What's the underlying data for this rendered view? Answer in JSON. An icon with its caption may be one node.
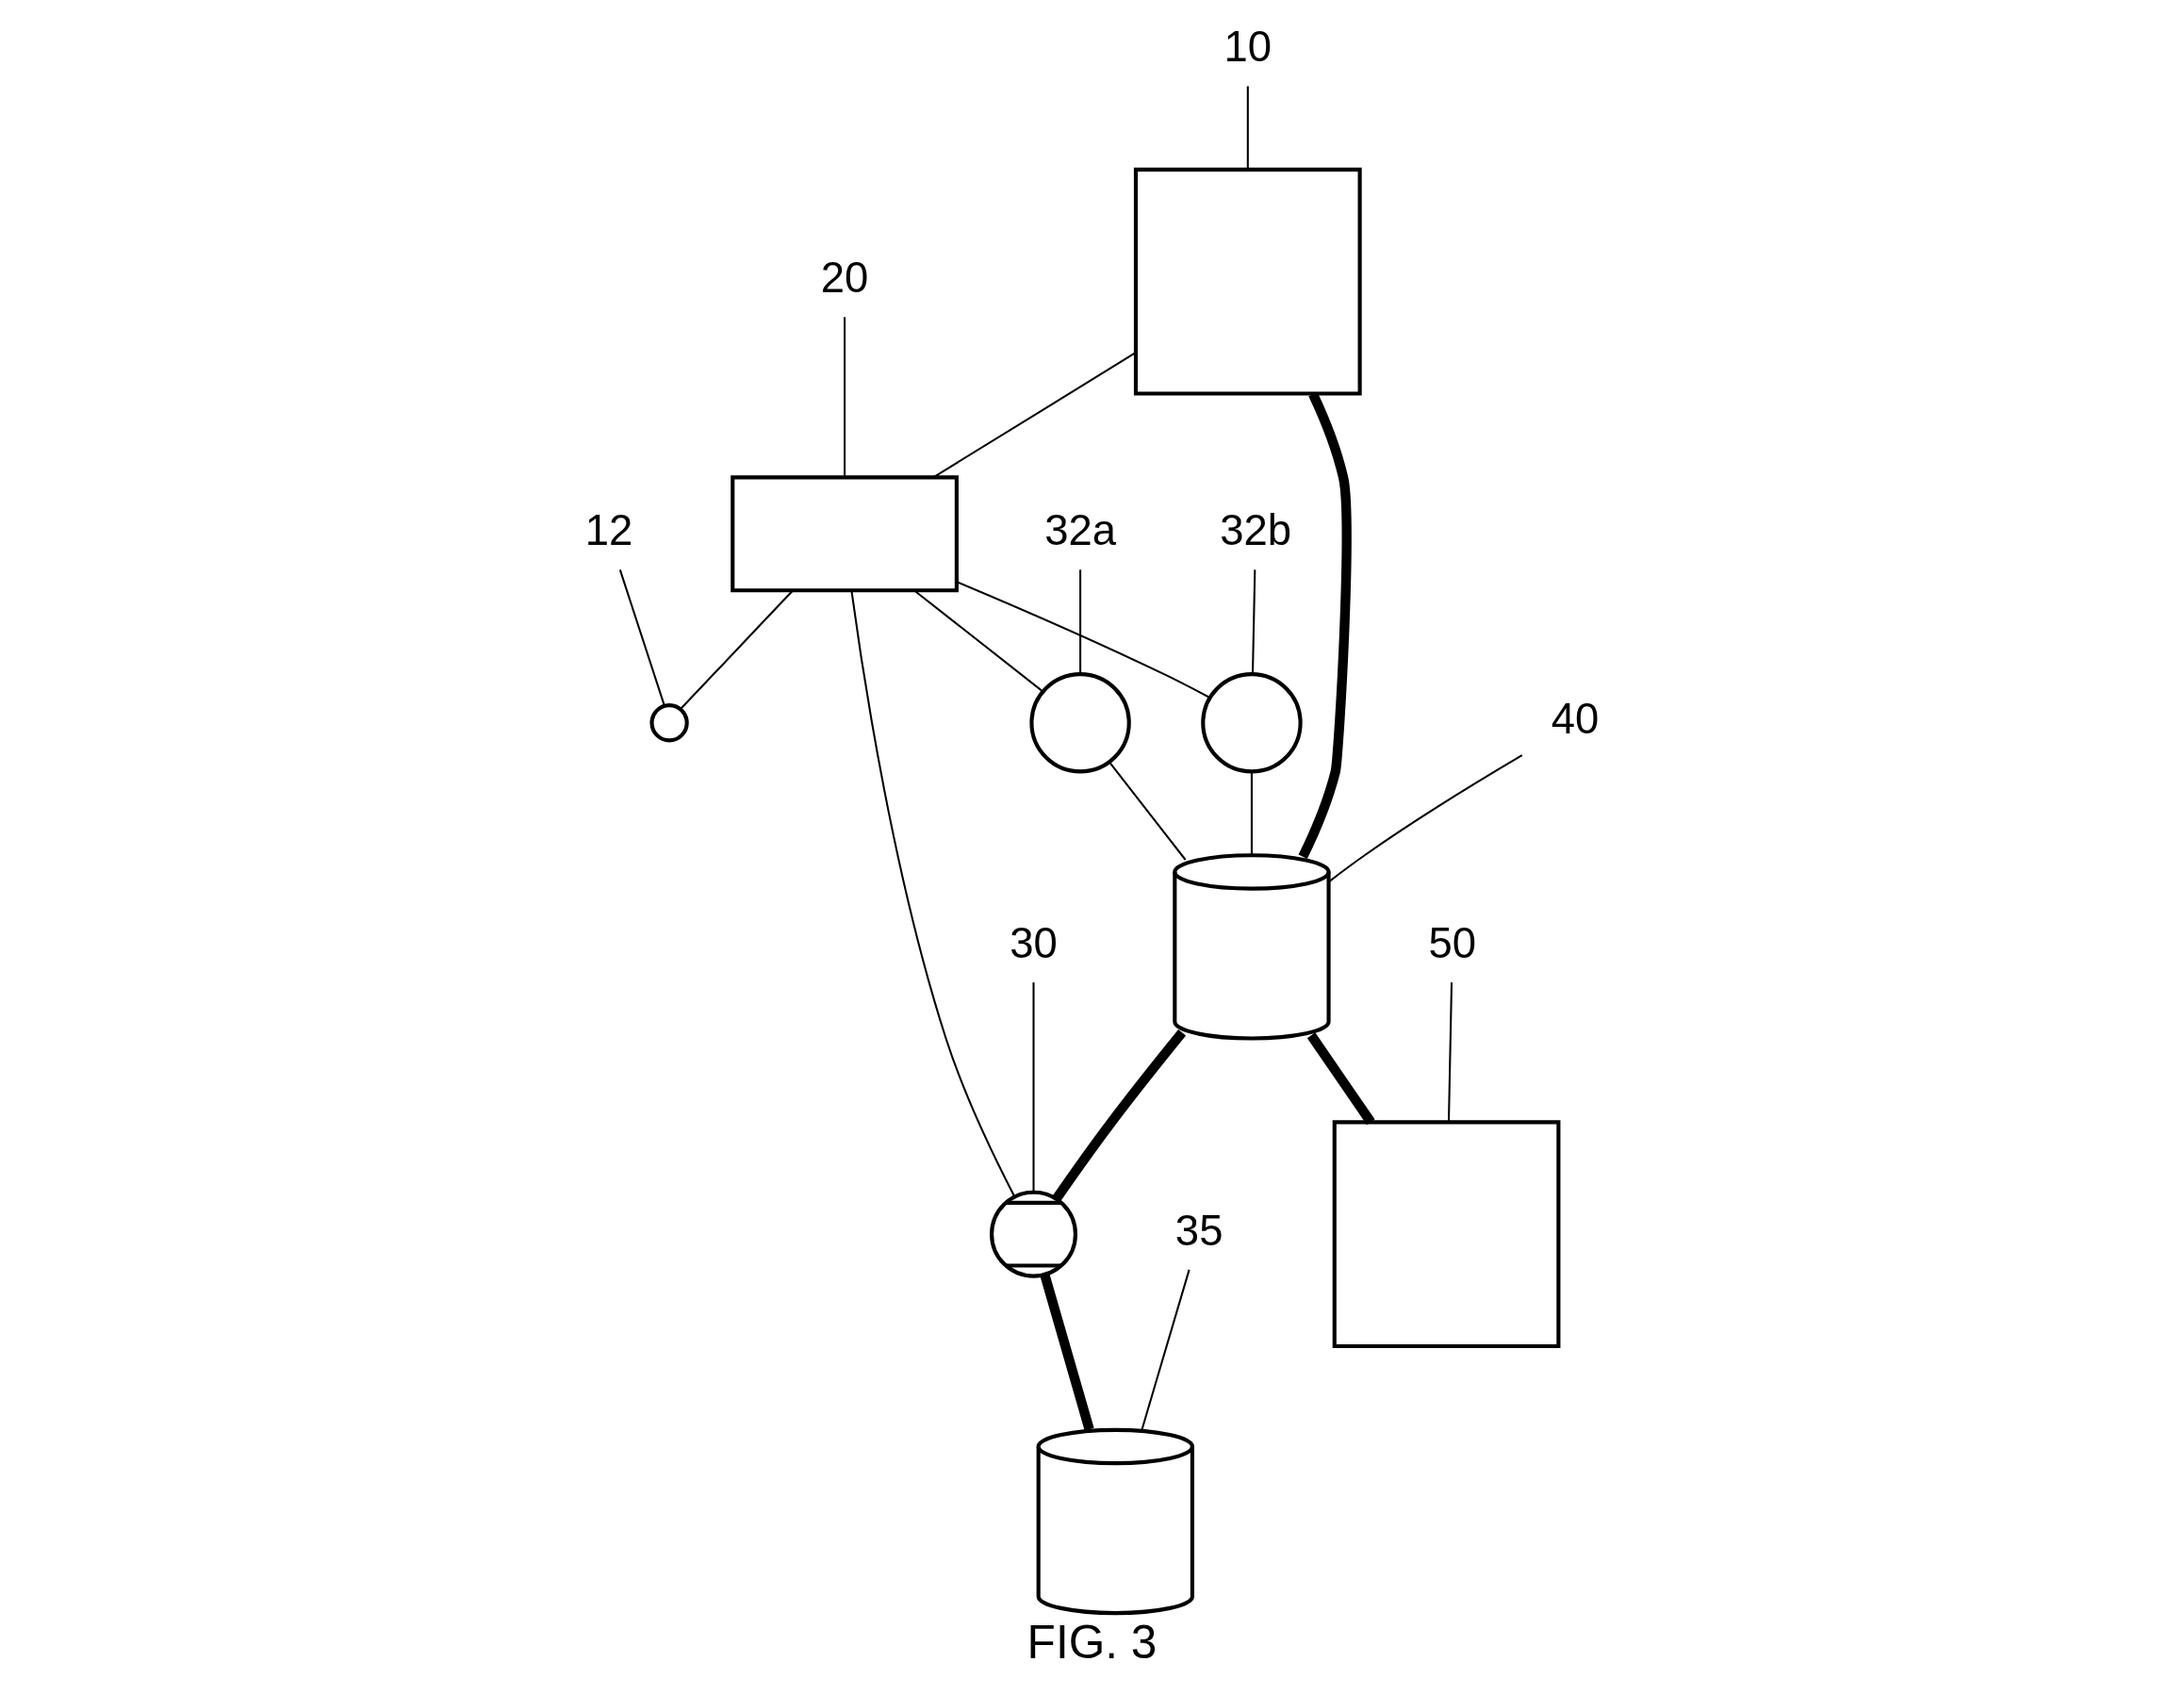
{
  "diagram": {
    "caption": "FIG. 3",
    "nodes": [
      {
        "text": [
          "10"
        ]
      },
      {
        "text": [],
        "shape": "box"
      },
      {
        "text": [
          "20"
        ]
      },
      {
        "text": [],
        "shape": "box"
      },
      {
        "text": [
          "12"
        ]
      },
      {
        "text": [],
        "shape": "circle"
      },
      {
        "text": [
          "32a"
        ]
      },
      {
        "text": [],
        "shape": "circle"
      },
      {
        "text": [],
        "shape": "circle"
      },
      {
        "text": [
          "32b"
        ]
      },
      {
        "text": [],
        "shape": "cylinder"
      },
      {
        "text": [
          "40"
        ]
      },
      {
        "text": [],
        "shape": "valve"
      },
      {
        "text": [
          "30"
        ]
      },
      {
        "text": [],
        "shape": "cylinder"
      },
      {
        "text": [
          "35"
        ]
      },
      {
        "text": [],
        "shape": "box"
      },
      {
        "text": [
          "50"
        ]
      }
    ],
    "edges": [
      {
        "from": 0,
        "to": 1,
        "arrow": "none"
      },
      {
        "from": 2,
        "to": 3,
        "arrow": "none"
      },
      {
        "from": 4,
        "to": 5,
        "arrow": "none"
      },
      {
        "from": 6,
        "to": 7,
        "arrow": "none"
      },
      {
        "from": 9,
        "to": 8,
        "arrow": "none"
      },
      {
        "from": 11,
        "to": 10,
        "arrow": "none"
      },
      {
        "from": 13,
        "to": 12,
        "arrow": "none"
      },
      {
        "from": 15,
        "to": 14,
        "arrow": "none"
      },
      {
        "from": 17,
        "to": 16,
        "arrow": "none"
      },
      {
        "from": 1,
        "to": 3,
        "arrow": "none"
      },
      {
        "from": 3,
        "to": 5,
        "arrow": "none"
      },
      {
        "from": 3,
        "to": 7,
        "arrow": "none"
      },
      {
        "from": 3,
        "to": 8,
        "arrow": "none"
      },
      {
        "from": 3,
        "to": 12,
        "arrow": "none"
      },
      {
        "from": 1,
        "to": 10,
        "arrow": "none",
        "style": "thick"
      },
      {
        "from": 7,
        "to": 10,
        "arrow": "none"
      },
      {
        "from": 8,
        "to": 10,
        "arrow": "none"
      },
      {
        "from": 10,
        "to": 12,
        "arrow": "none",
        "style": "thick"
      },
      {
        "from": 12,
        "to": 14,
        "arrow": "none",
        "style": "thick"
      },
      {
        "from": 10,
        "to": 16,
        "arrow": "none",
        "style": "thick"
      }
    ]
  }
}
